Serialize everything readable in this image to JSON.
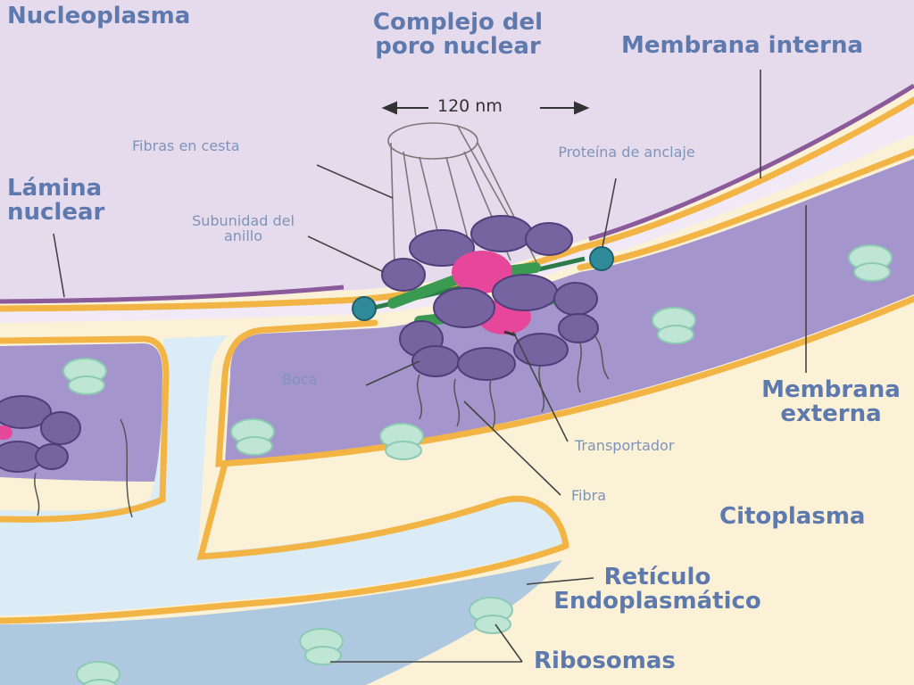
{
  "diagram": {
    "title": "Complejo del poro nuclear",
    "scale_label": "120 nm",
    "regions": {
      "nucleoplasm": "Nucleoplasma",
      "cytoplasm": "Citoplasma"
    },
    "labels": {
      "inner_membrane": "Membrana interna",
      "nuclear_lamina": "Lámina nuclear",
      "outer_membrane": "Membrana externa",
      "er": "Retículo Endoplasmático",
      "ribosomes": "Ribosomas",
      "basket_fibers": "Fibras en cesta",
      "anchor_protein": "Proteína de anclaje",
      "ring_subunit": "Subunidad del anillo",
      "mouth": "Boca",
      "transporter": "Transportador",
      "fiber": "Fibra"
    },
    "colors": {
      "nucleoplasm": "#e6dbec",
      "envelope_lumen": "#a495cd",
      "membrane": "#f2b545",
      "lamina": "#8a5a9a",
      "er_lumen": "#c8dcec",
      "cytoplasm": "#fbf1d6",
      "ring_subunit": "#75649f",
      "transporter": "#e6479a",
      "anchor": "#2f8a9a",
      "spoke": "#3b9a52",
      "ribosome": "#bfe6d4"
    }
  }
}
